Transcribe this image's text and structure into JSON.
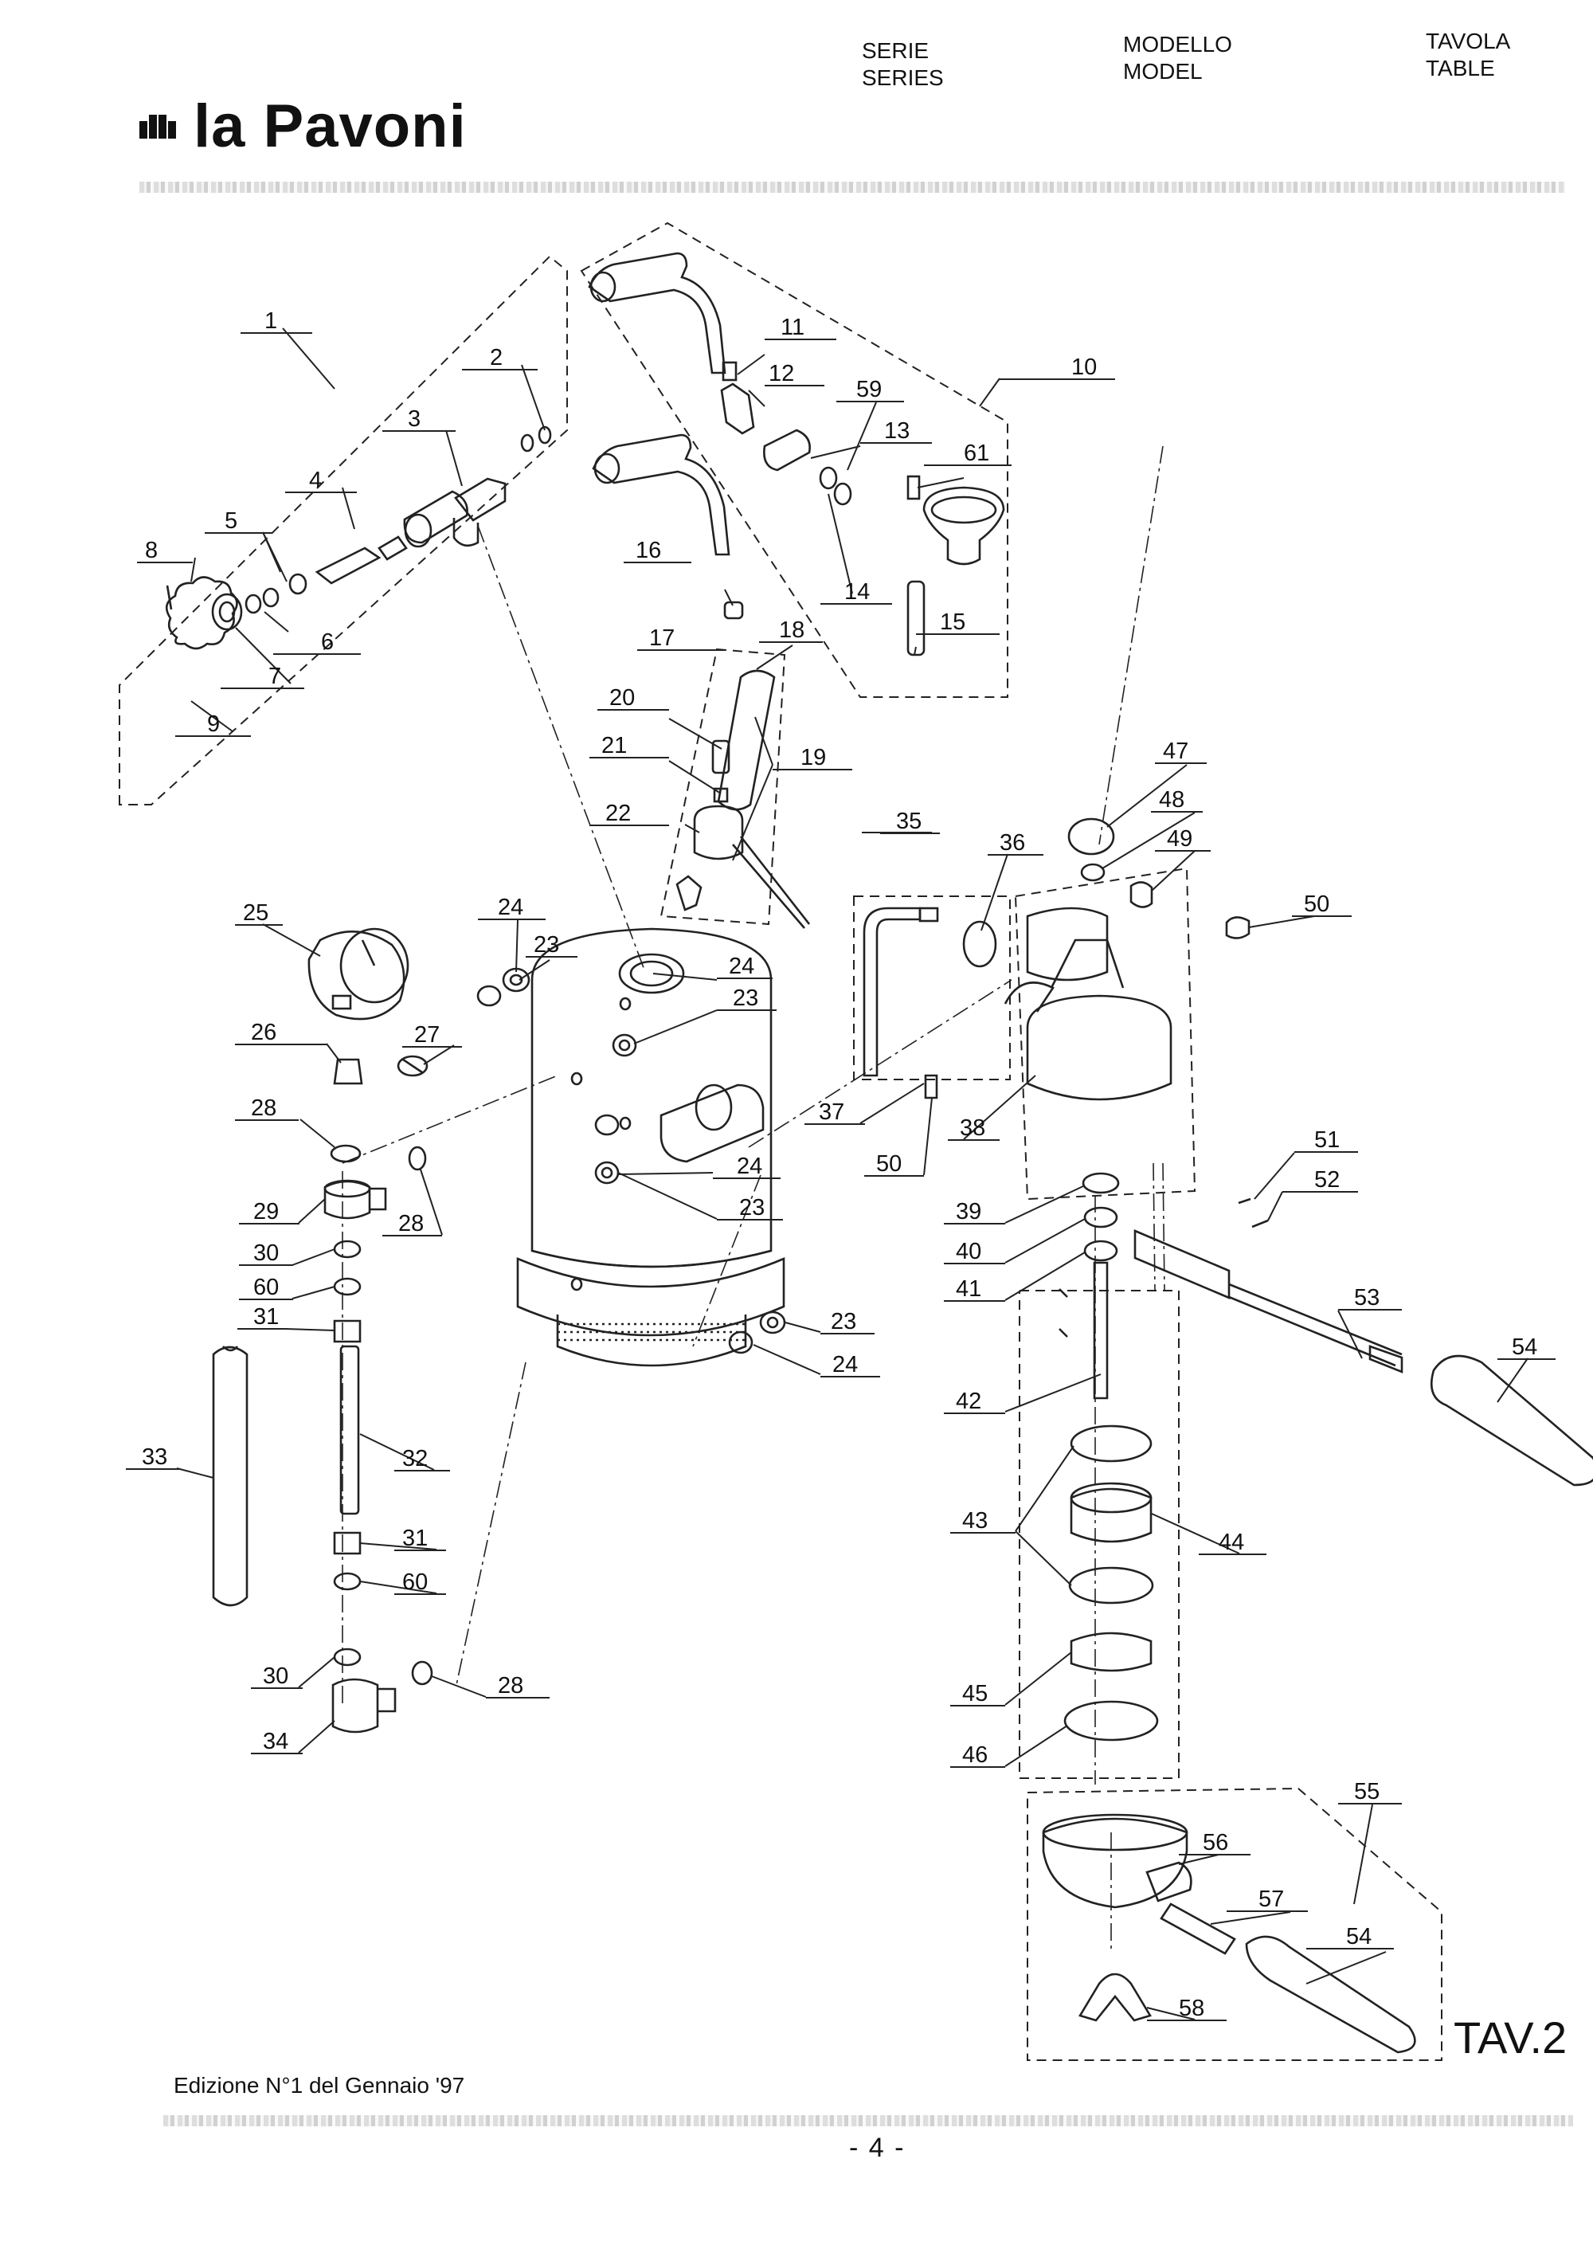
{
  "header": {
    "serie": "SERIE",
    "series": "SERIES",
    "modello": "MODELLO",
    "model": "MODEL",
    "tavola": "TAVOLA",
    "table": "TABLE"
  },
  "brand": {
    "name": "la Pavoni"
  },
  "callouts": [
    "1",
    "2",
    "3",
    "4",
    "5",
    "6",
    "7",
    "8",
    "9",
    "10",
    "11",
    "12",
    "13",
    "14",
    "15",
    "16",
    "17",
    "18",
    "19",
    "20",
    "21",
    "22",
    "23",
    "24",
    "25",
    "26",
    "27",
    "28",
    "29",
    "30",
    "31",
    "32",
    "33",
    "34",
    "35",
    "36",
    "37",
    "38",
    "39",
    "40",
    "41",
    "42",
    "43",
    "44",
    "45",
    "46",
    "47",
    "48",
    "49",
    "50",
    "51",
    "52",
    "53",
    "54",
    "55",
    "56",
    "57",
    "58",
    "59",
    "60",
    "61"
  ],
  "footer": {
    "edition": "Edizione N°1 del Gennaio '97",
    "table_id": "TAV.2",
    "page": "- 4 -"
  }
}
